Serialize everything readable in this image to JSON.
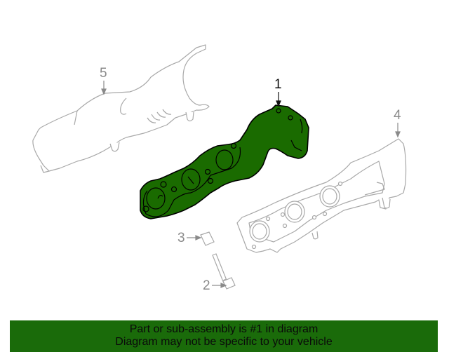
{
  "diagram": {
    "callouts": [
      {
        "id": "1",
        "label": "1",
        "highlighted": true
      },
      {
        "id": "2",
        "label": "2"
      },
      {
        "id": "3",
        "label": "3"
      },
      {
        "id": "4",
        "label": "4"
      },
      {
        "id": "5",
        "label": "5"
      }
    ],
    "colors": {
      "highlight": "#1a6b00",
      "outline": "#a0a0a0",
      "banner": "#1a6b0a"
    }
  },
  "banner": {
    "line1": "Part or sub-assembly is #1 in diagram",
    "line2": "Diagram may not be specific to your vehicle"
  }
}
